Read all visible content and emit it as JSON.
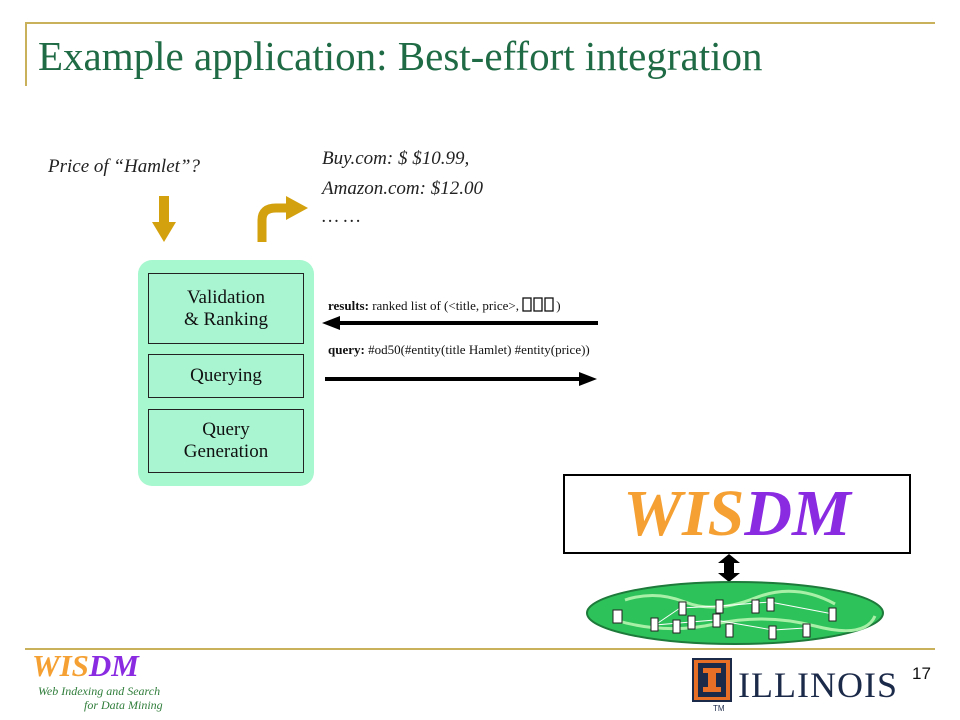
{
  "slide": {
    "title": "Example application: Best-effort integration",
    "page_number": "17"
  },
  "query_text": "Price of “Hamlet”?",
  "answers": [
    "Buy.com: $ $10.99,",
    "Amazon.com:  $12.00",
    "… …"
  ],
  "pipeline": {
    "validation": [
      "Validation",
      "& Ranking"
    ],
    "querying": "Querying",
    "generation": [
      "Query",
      "Generation"
    ]
  },
  "results_label": {
    "bold": "results:",
    "text": "ranked list of (<title, price>, "
  },
  "results_tail": ")",
  "query_label": {
    "bold": "query:",
    "text": "#od50(#entity(title Hamlet) #entity(price))"
  },
  "wisdm": {
    "part1": "WIS",
    "part2": "DM"
  },
  "footer": {
    "logo_part1": "WIS",
    "logo_part2": "DM",
    "tagline1": "Web Indexing and Search",
    "tagline2": "for Data Mining",
    "illinois": "ILLINOIS",
    "tm": "TM"
  },
  "colors": {
    "title": "#1f6b45",
    "accent_gold": "#c8b15a",
    "arrow_gold": "#d4a10e",
    "panel": "#a7f7cf",
    "wis_orange": "#f5a032",
    "dm_purple": "#8a2be2"
  }
}
